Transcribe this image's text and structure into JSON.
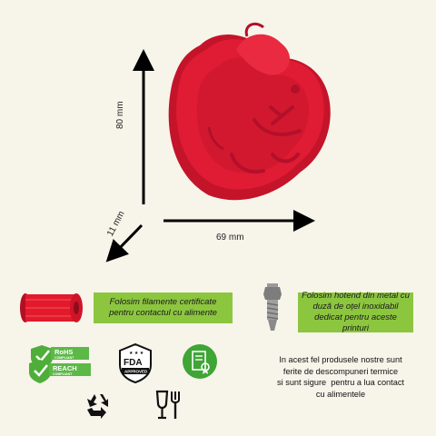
{
  "dimensions": {
    "height": "80 mm",
    "width": "69 mm",
    "depth": "11 mm"
  },
  "notes": {
    "filament": "Folosim filamente certificate pentru contactul cu alimente",
    "hotend": "Folosim hotend din metal cu duză de oțel inoxidabil dedicat pentru aceste printuri"
  },
  "badges": {
    "rohs": "RoHS",
    "rohs_sub": "COMPLIANT",
    "reach": "REACH",
    "reach_sub": "COMPLIANT",
    "fda": "FDA",
    "fda_sub": "APPROVED"
  },
  "safety": {
    "line1": "In acest fel produsele nostre sunt",
    "line2": "ferite de descompuneri termice",
    "line3": "si sunt sigure  pentru a lua contact",
    "line4": "cu alimentele"
  },
  "colors": {
    "product": "#e01b34",
    "accent_green": "#8cc63f",
    "background": "#f7f4ea"
  },
  "icons": [
    "recycle-icon",
    "food-safe-icon",
    "certificate-icon",
    "filament-spool-icon",
    "nozzle-icon"
  ]
}
